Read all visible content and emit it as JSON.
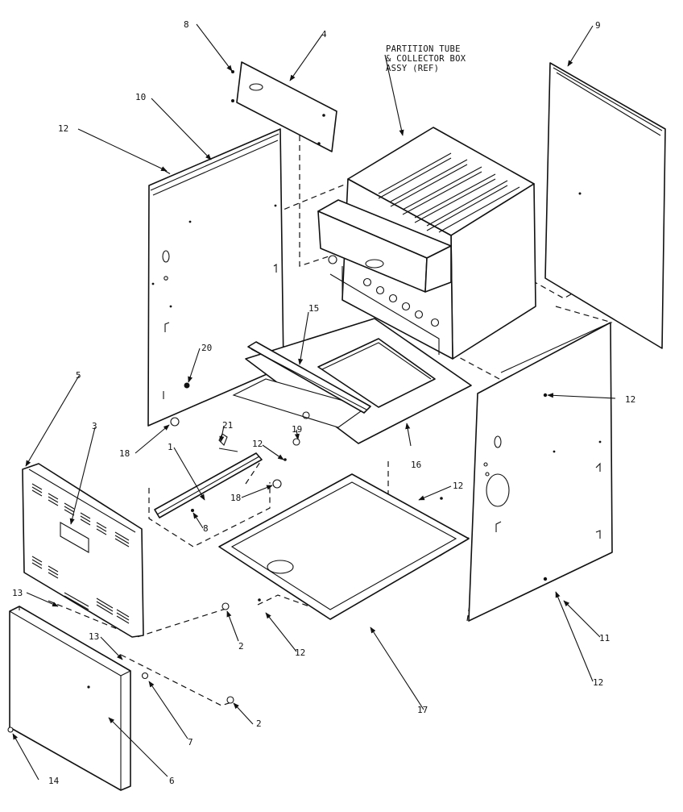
{
  "reference_note": [
    "PARTITION TUBE",
    "& COLLECTOR BOX",
    "ASSY (REF)"
  ],
  "callouts": {
    "c1": "1",
    "c2a": "2",
    "c2b": "2",
    "c3": "3",
    "c4": "4",
    "c5": "5",
    "c6": "6",
    "c7": "7",
    "c8a": "8",
    "c8b": "8",
    "c9": "9",
    "c10": "10",
    "c11": "11",
    "c12a": "12",
    "c12b": "12",
    "c12c": "12",
    "c12d": "12",
    "c12e": "12",
    "c12f": "12",
    "c13a": "13",
    "c13b": "13",
    "c14": "14",
    "c15": "15",
    "c16": "16",
    "c17": "17",
    "c18a": "18",
    "c18b": "18",
    "c19": "19",
    "c20": "20",
    "c21": "21"
  }
}
